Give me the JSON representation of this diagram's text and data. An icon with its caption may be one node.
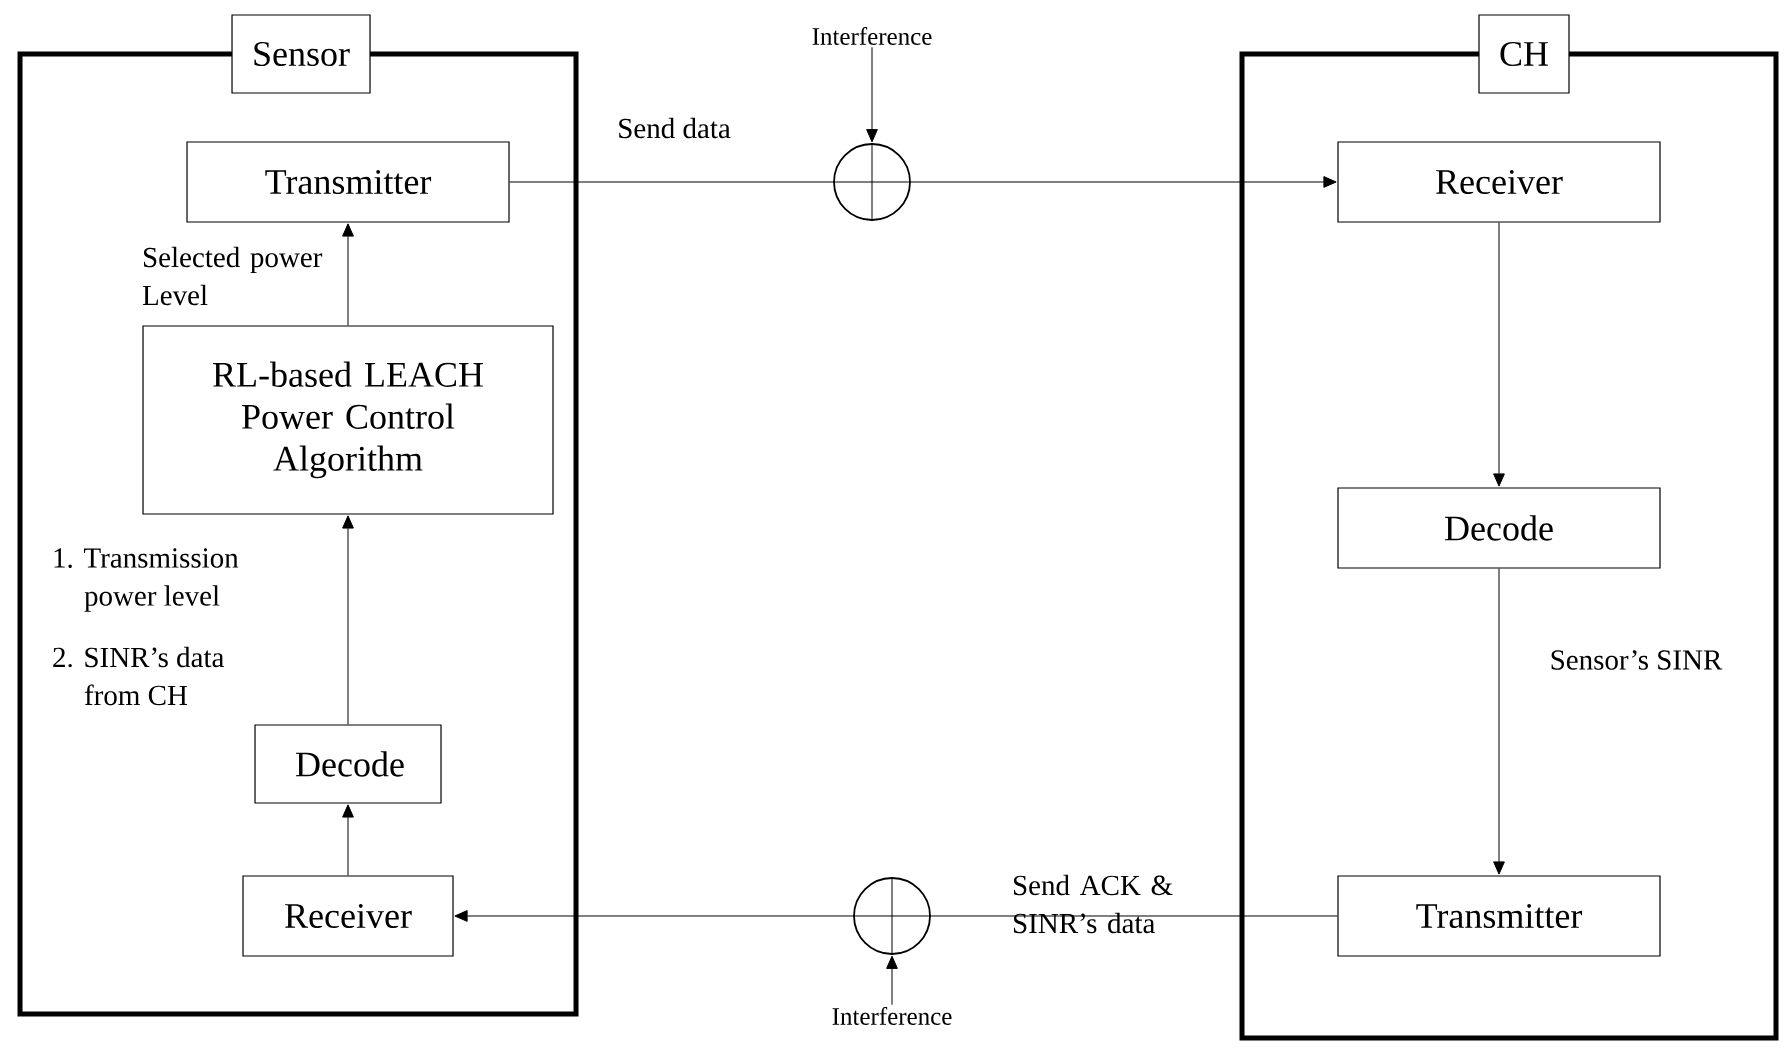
{
  "diagram": {
    "nodes": [
      {
        "text": [
          "Sensor"
        ]
      },
      {
        "text": [
          "Transmitter"
        ],
        "in": 0
      },
      {
        "text": [
          "RL-based LEACH Power Control Algorithm"
        ],
        "in": 0
      },
      {
        "text": [
          "Decode"
        ],
        "in": 0
      },
      {
        "text": [
          "Receiver"
        ],
        "in": 0
      },
      {
        "text": [
          "CH"
        ]
      },
      {
        "text": [
          "Receiver"
        ],
        "in": 5
      },
      {
        "text": [
          "Decode"
        ],
        "in": 5
      },
      {
        "text": [
          "Transmitter"
        ],
        "in": 5
      },
      {
        "text": [
          "Interference"
        ]
      },
      {
        "text": [],
        "shape": "circle"
      },
      {
        "text": [],
        "shape": "circle"
      },
      {
        "text": [
          "Interference"
        ]
      }
    ],
    "edges": [
      {
        "from": 1,
        "to": 10,
        "arrow": "none",
        "label": "Send data"
      },
      {
        "from": 10,
        "to": 6,
        "arrow": "to"
      },
      {
        "from": 9,
        "to": 10,
        "arrow": "to"
      },
      {
        "from": 6,
        "to": 7,
        "arrow": "to"
      },
      {
        "from": 7,
        "to": 8,
        "arrow": "to",
        "label": "Sensor’s SINR"
      },
      {
        "from": 8,
        "to": 11,
        "arrow": "none",
        "label": "Send ACK & SINR’s data"
      },
      {
        "from": 12,
        "to": 11,
        "arrow": "to"
      },
      {
        "from": 11,
        "to": 4,
        "arrow": "to"
      },
      {
        "from": 4,
        "to": 3,
        "arrow": "to"
      },
      {
        "from": 3,
        "to": 2,
        "arrow": "to"
      },
      {
        "from": 2,
        "to": 1,
        "arrow": "to",
        "label": "Selected power Level"
      }
    ],
    "labels": [
      "1. Transmission power level",
      "2. SINR’s data from CH"
    ]
  }
}
